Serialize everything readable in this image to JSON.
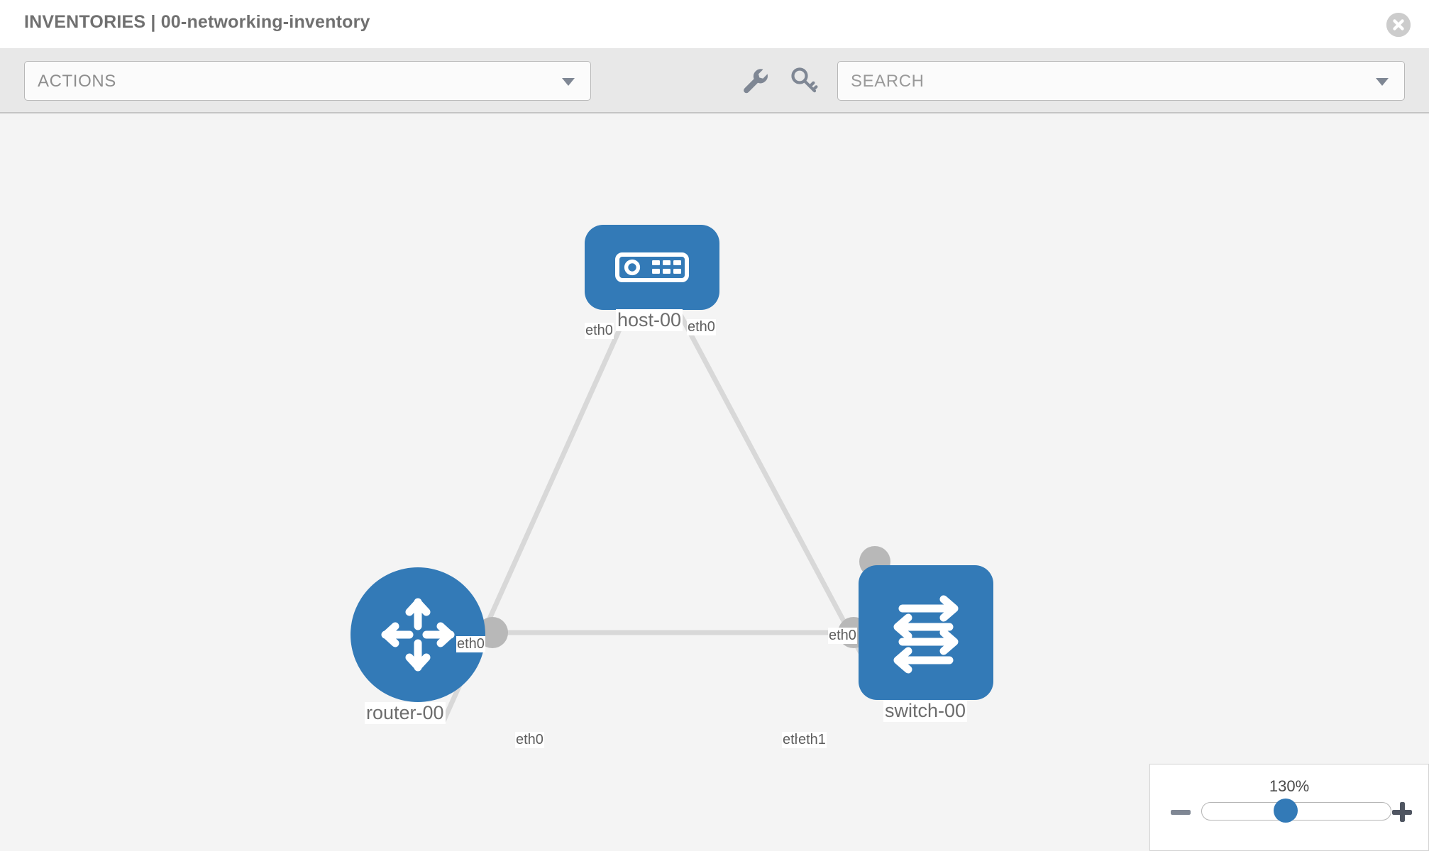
{
  "header": {
    "title": "INVENTORIES | 00-networking-inventory",
    "close_icon": "close-circle-icon"
  },
  "toolbar": {
    "actions_label": "ACTIONS",
    "actions_caret": "chevron-down-icon",
    "wrench_icon": "wrench-icon",
    "key_icon": "key-icon",
    "search_placeholder": "SEARCH",
    "search_caret": "chevron-down-icon"
  },
  "topology": {
    "accent_color": "#337ab7",
    "connector_color": "#b8b8b8",
    "link_color": "#d8d8d8",
    "nodes": [
      {
        "id": "host",
        "label": "host-00",
        "icon": "server-icon",
        "shape": "rect"
      },
      {
        "id": "router",
        "label": "router-00",
        "icon": "router-arrows-icon",
        "shape": "circle"
      },
      {
        "id": "switch",
        "label": "switch-00",
        "icon": "switch-arrows-icon",
        "shape": "rect"
      }
    ],
    "links": [
      {
        "from": "host",
        "to": "router",
        "from_interface": "eth0",
        "to_interface": "eth0"
      },
      {
        "from": "host",
        "to": "switch",
        "from_interface": "eth0",
        "to_interface": "eth0"
      },
      {
        "from": "router",
        "to": "switch",
        "from_interface": "eth0",
        "to_interface_a": "eth",
        "to_interface_b": "eth1"
      }
    ]
  },
  "zoom_control": {
    "value": "130%",
    "minus_label": "minus-icon",
    "plus_label": "plus-icon"
  }
}
